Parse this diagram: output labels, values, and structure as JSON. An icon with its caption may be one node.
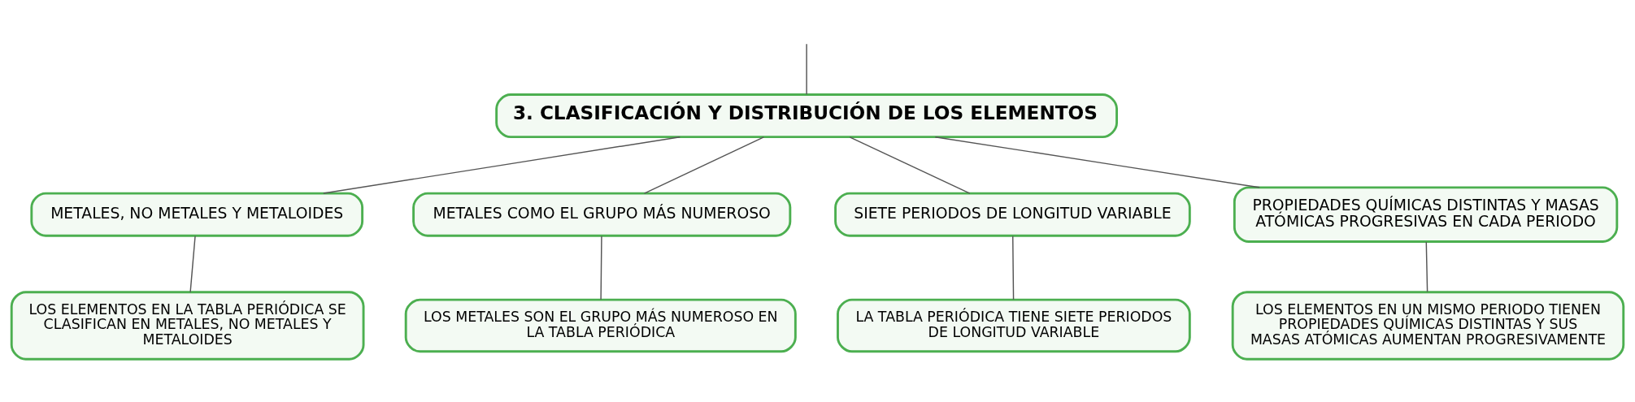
{
  "diagram": {
    "nodes": [
      {
        "text": [
          "3. CLASIFICACIÓN Y DISTRIBUCIÓN DE LOS ELEMENTOS"
        ]
      },
      {
        "text": [
          "METALES, NO METALES Y METALOIDES"
        ]
      },
      {
        "text": [
          "METALES COMO EL GRUPO MÁS NUMEROSO"
        ]
      },
      {
        "text": [
          "SIETE PERIODOS DE LONGITUD VARIABLE"
        ]
      },
      {
        "text": [
          "PROPIEDADES QUÍMICAS DISTINTAS Y MASAS ATÓMICAS PROGRESIVAS EN CADA PERIODO"
        ]
      },
      {
        "text": [
          "LOS ELEMENTOS EN LA TABLA PERIÓDICA SE CLASIFICAN EN METALES, NO METALES Y METALOIDES"
        ]
      },
      {
        "text": [
          "LOS METALES SON EL GRUPO MÁS NUMEROSO EN LA TABLA PERIÓDICA"
        ]
      },
      {
        "text": [
          "LA TABLA PERIÓDICA TIENE SIETE PERIODOS DE LONGITUD VARIABLE"
        ]
      },
      {
        "text": [
          "LOS ELEMENTOS EN UN MISMO PERIODO TIENEN PROPIEDADES QUÍMICAS DISTINTAS Y SUS MASAS ATÓMICAS AUMENTAN PROGRESIVAMENTE"
        ]
      }
    ],
    "edges": [
      {
        "from": null,
        "to": 0,
        "arrow": "none"
      },
      {
        "from": 0,
        "to": 1,
        "arrow": "none"
      },
      {
        "from": 0,
        "to": 2,
        "arrow": "none"
      },
      {
        "from": 0,
        "to": 3,
        "arrow": "none"
      },
      {
        "from": 0,
        "to": 4,
        "arrow": "none"
      },
      {
        "from": 1,
        "to": 5,
        "arrow": "none"
      },
      {
        "from": 2,
        "to": 6,
        "arrow": "none"
      },
      {
        "from": 3,
        "to": 7,
        "arrow": "none"
      },
      {
        "from": 4,
        "to": 8,
        "arrow": "none"
      }
    ]
  }
}
